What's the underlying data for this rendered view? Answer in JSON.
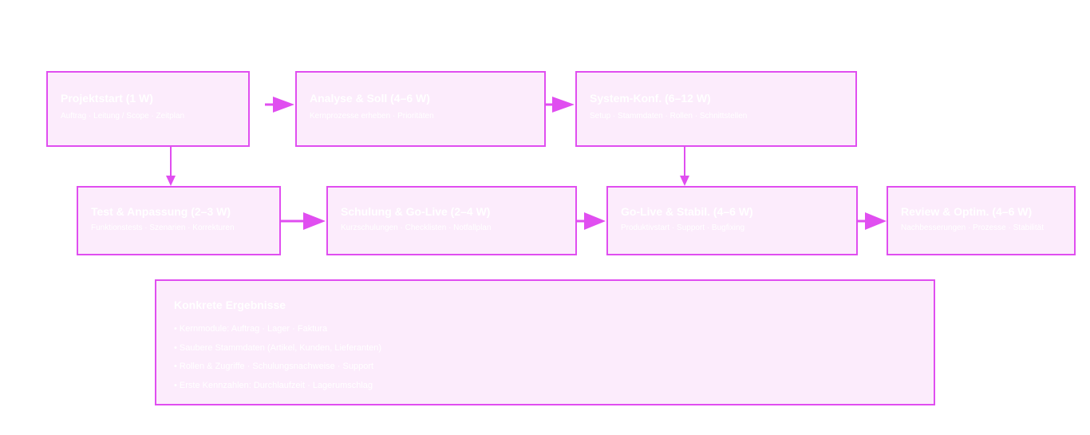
{
  "diagram": {
    "accent_color": "#e04ef0",
    "box_fill": "#fcecfc",
    "text_color": "#ffffff",
    "phases": [
      {
        "title": "Projektstart (1 W)",
        "subtitle": "Auftrag · Leitung / Scope · Zeitplan"
      },
      {
        "title": "Analyse & Soll (4–6 W)",
        "subtitle": "Kernprozesse erheben · Prioritäten"
      },
      {
        "title": "System-Konf. (6–12 W)",
        "subtitle": "Setup · Stammdaten · Rollen · Schnittstellen"
      },
      {
        "title": "Test & Anpassung (2–3 W)",
        "subtitle": "Funktionstests · Szenarien · Korrekturen"
      },
      {
        "title": "Schulung & Go-Live (2–4 W)",
        "subtitle": "Kurzschulungen · Checklisten · Notfallplan"
      },
      {
        "title": "Go-Live & Stabil. (4–6 W)",
        "subtitle": "Produktivstart · Support · Bugfixing"
      },
      {
        "title": "Review & Optim. (4–6 W)",
        "subtitle": "Nachbesserungen · Prozesse · Stabilität"
      }
    ],
    "outcomes": {
      "heading": "Konkrete Ergebnisse",
      "items": [
        "• Kernmodule: Auftrag · Lager · Faktura",
        "• Saubere Stammdaten (Artikel, Kunden, Lieferanten)",
        "• Rollen & Zugriffe · Schulungsnachweise · Support",
        "• Erste Kennzahlen: Durchlaufzeit · Lagerumschlag"
      ]
    }
  }
}
